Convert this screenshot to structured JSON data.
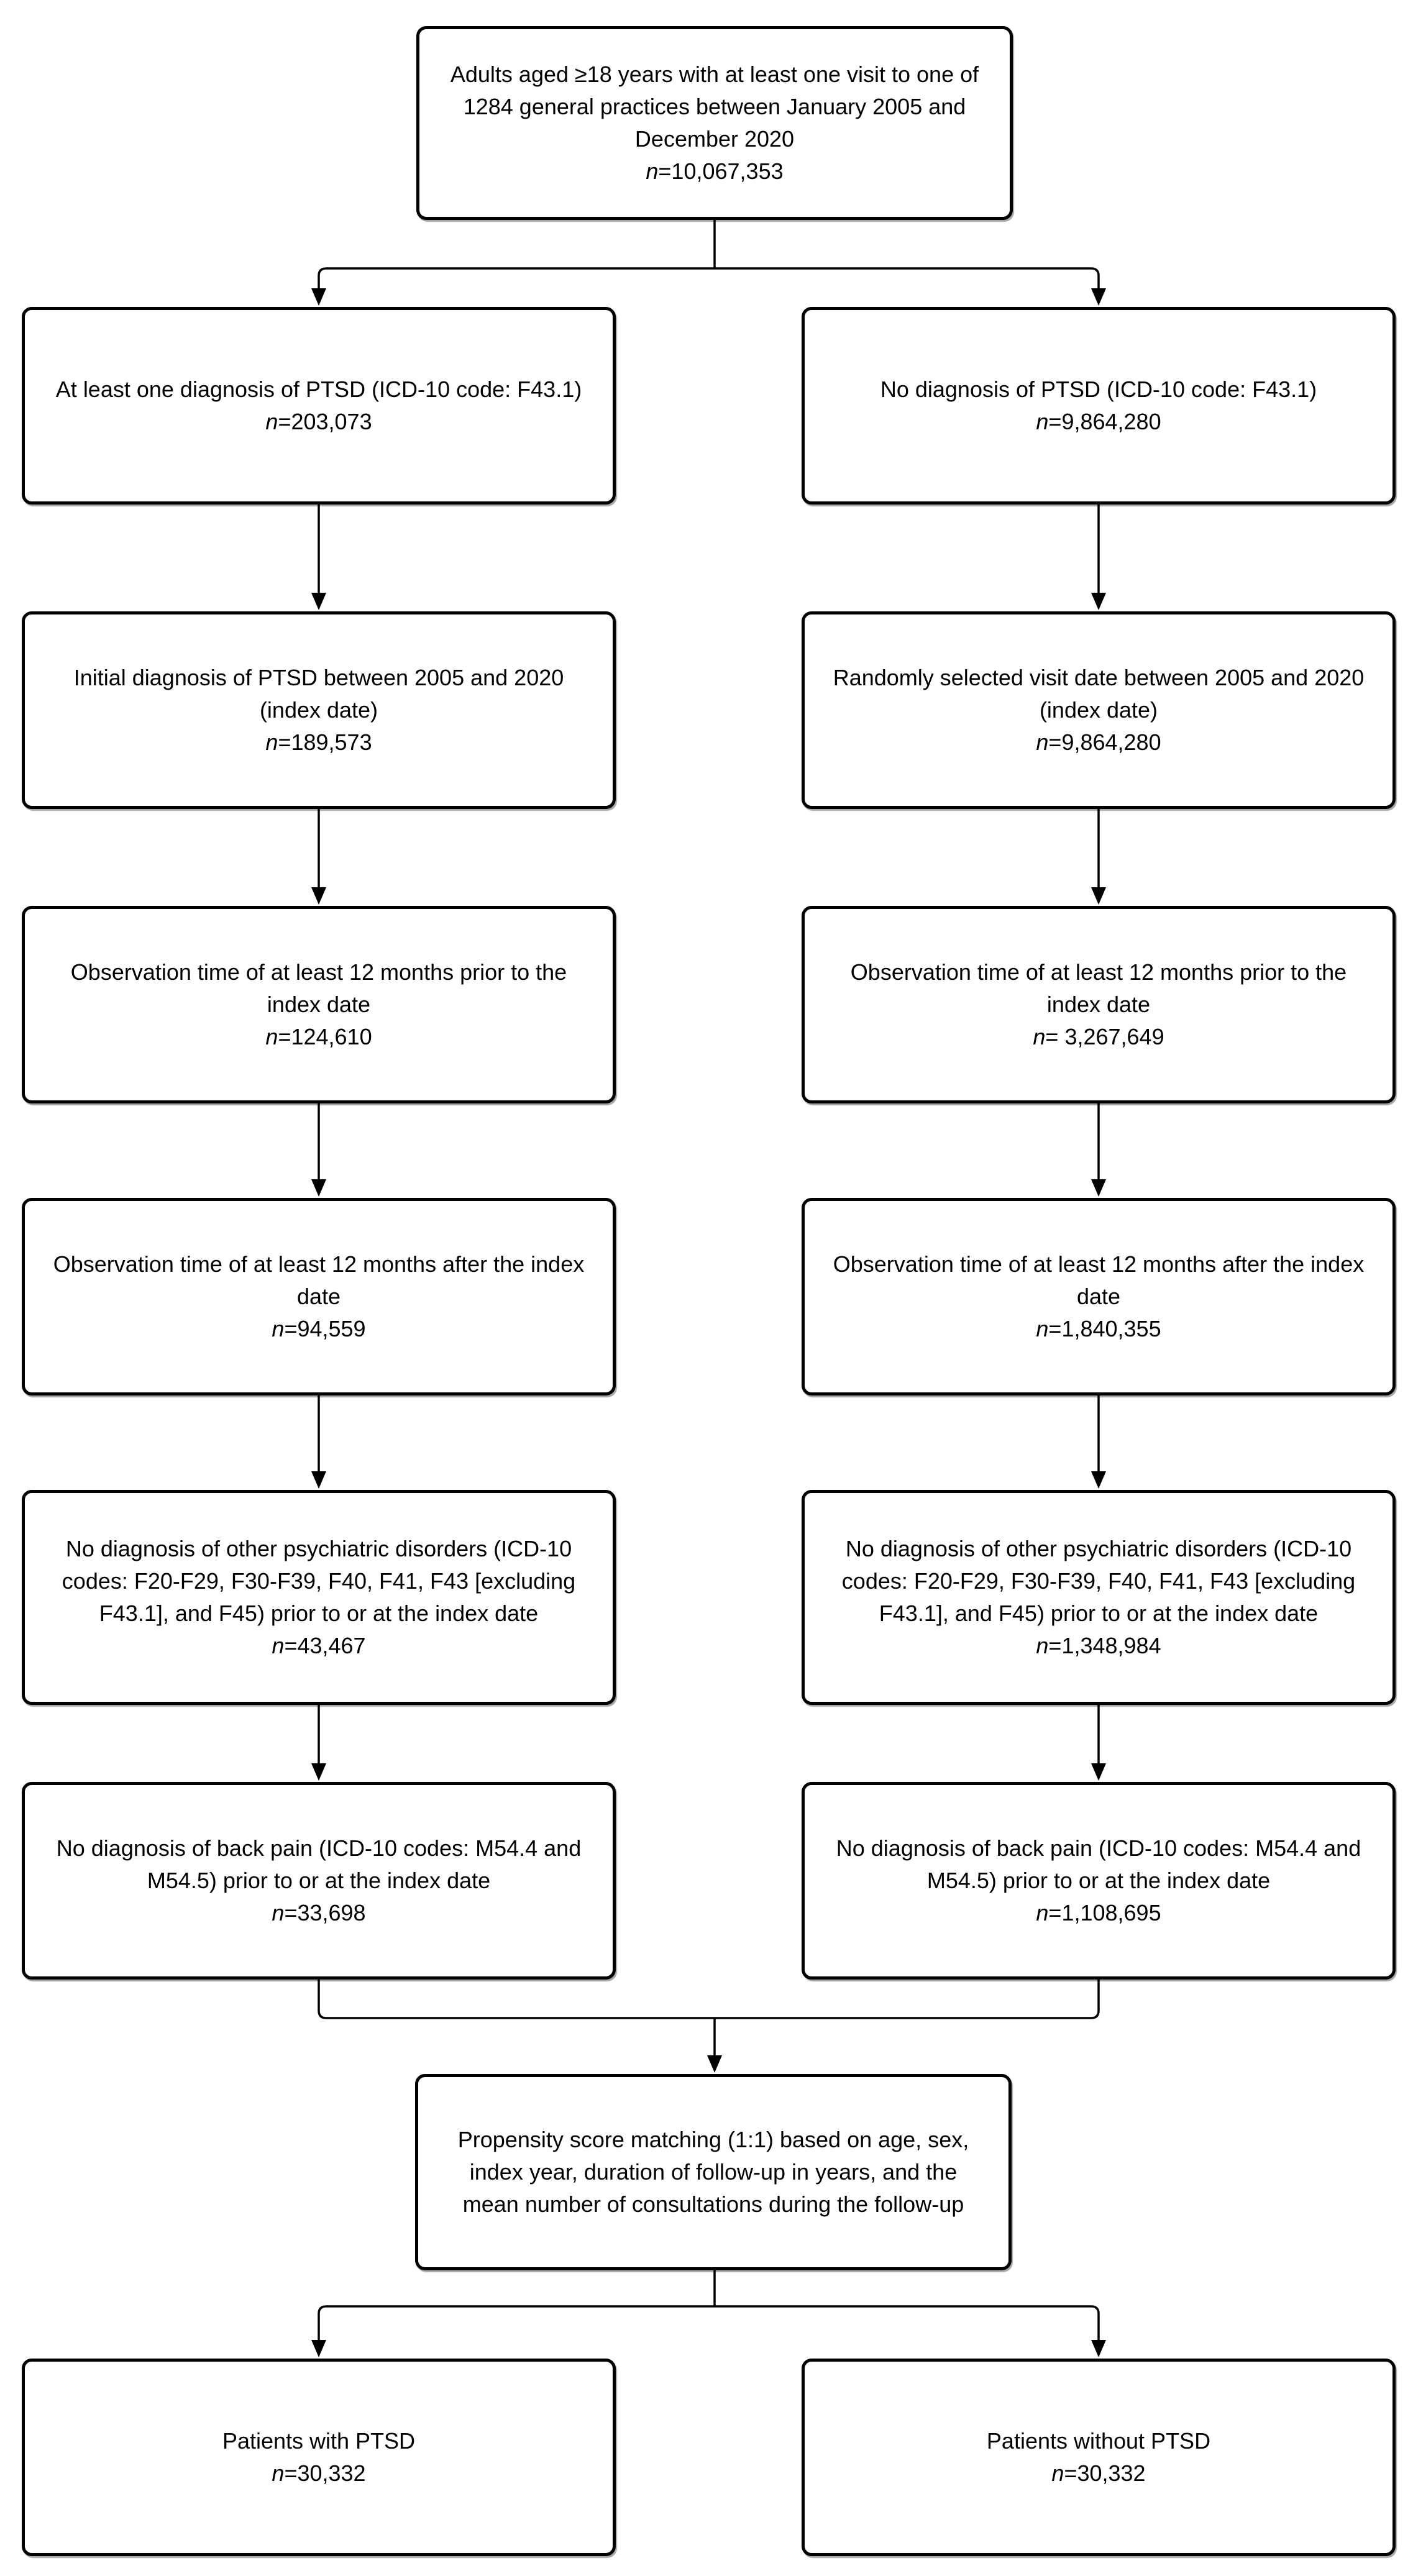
{
  "diagram": {
    "type": "flowchart",
    "description_colors": {
      "box_fill": "#ffffff",
      "box_border": "#000000",
      "line": "#000000",
      "background": "#ffffff"
    },
    "boxes": [
      {
        "id": "source-population",
        "text": "Adults aged ≥18 years with at least one visit to one of 1284 general practices between January 2005 and December 2020",
        "n": "n=10,067,353"
      },
      {
        "id": "ptsd-diagnosis",
        "text": "At least one diagnosis of PTSD (ICD-10 code: F43.1)",
        "n": "n=203,073"
      },
      {
        "id": "no-ptsd-diagnosis",
        "text": "No diagnosis of PTSD (ICD-10 code: F43.1)",
        "n": "n=9,864,280"
      },
      {
        "id": "initial-diagnosis-index",
        "text": "Initial diagnosis of PTSD between 2005 and 2020 (index date)",
        "n": "n=189,573"
      },
      {
        "id": "random-visit-index",
        "text": "Randomly selected visit date between 2005 and 2020 (index date)",
        "n": "n=9,864,280"
      },
      {
        "id": "observation-prior-ptsd",
        "text": "Observation time of at least 12 months prior to the index date",
        "n": "n=124,610"
      },
      {
        "id": "observation-prior-control",
        "text": "Observation time of at least 12 months prior to the index date",
        "n": "n= 3,267,649"
      },
      {
        "id": "observation-after-ptsd",
        "text": "Observation time of at least 12 months after the index date",
        "n": "n=94,559"
      },
      {
        "id": "observation-after-control",
        "text": "Observation time of at least 12 months after the index date",
        "n": "n=1,840,355"
      },
      {
        "id": "no-psychiatric-ptsd",
        "text": "No diagnosis of other psychiatric disorders (ICD-10 codes: F20-F29, F30-F39, F40, F41, F43 [excluding F43.1], and F45) prior to or at the index date",
        "n": "n=43,467"
      },
      {
        "id": "no-psychiatric-control",
        "text": "No diagnosis of other psychiatric disorders (ICD-10 codes: F20-F29, F30-F39, F40, F41, F43 [excluding F43.1], and F45) prior to or at the index date",
        "n": "n=1,348,984"
      },
      {
        "id": "no-backpain-ptsd",
        "text": "No diagnosis of back pain (ICD-10 codes: M54.4 and M54.5) prior to or at the index date",
        "n": "n=33,698"
      },
      {
        "id": "no-backpain-control",
        "text": "No diagnosis of back pain (ICD-10 codes: M54.4 and M54.5) prior to or at the index date",
        "n": "n=1,108,695"
      },
      {
        "id": "propensity-matching",
        "text": "Propensity score matching (1:1) based on age, sex, index year, duration of follow-up in years, and the mean number of consultations during the follow-up",
        "n": ""
      },
      {
        "id": "patients-with-ptsd",
        "text": "Patients with PTSD",
        "n": "n=30,332"
      },
      {
        "id": "patients-without-ptsd",
        "text": "Patients without PTSD",
        "n": "n=30,332"
      }
    ]
  }
}
